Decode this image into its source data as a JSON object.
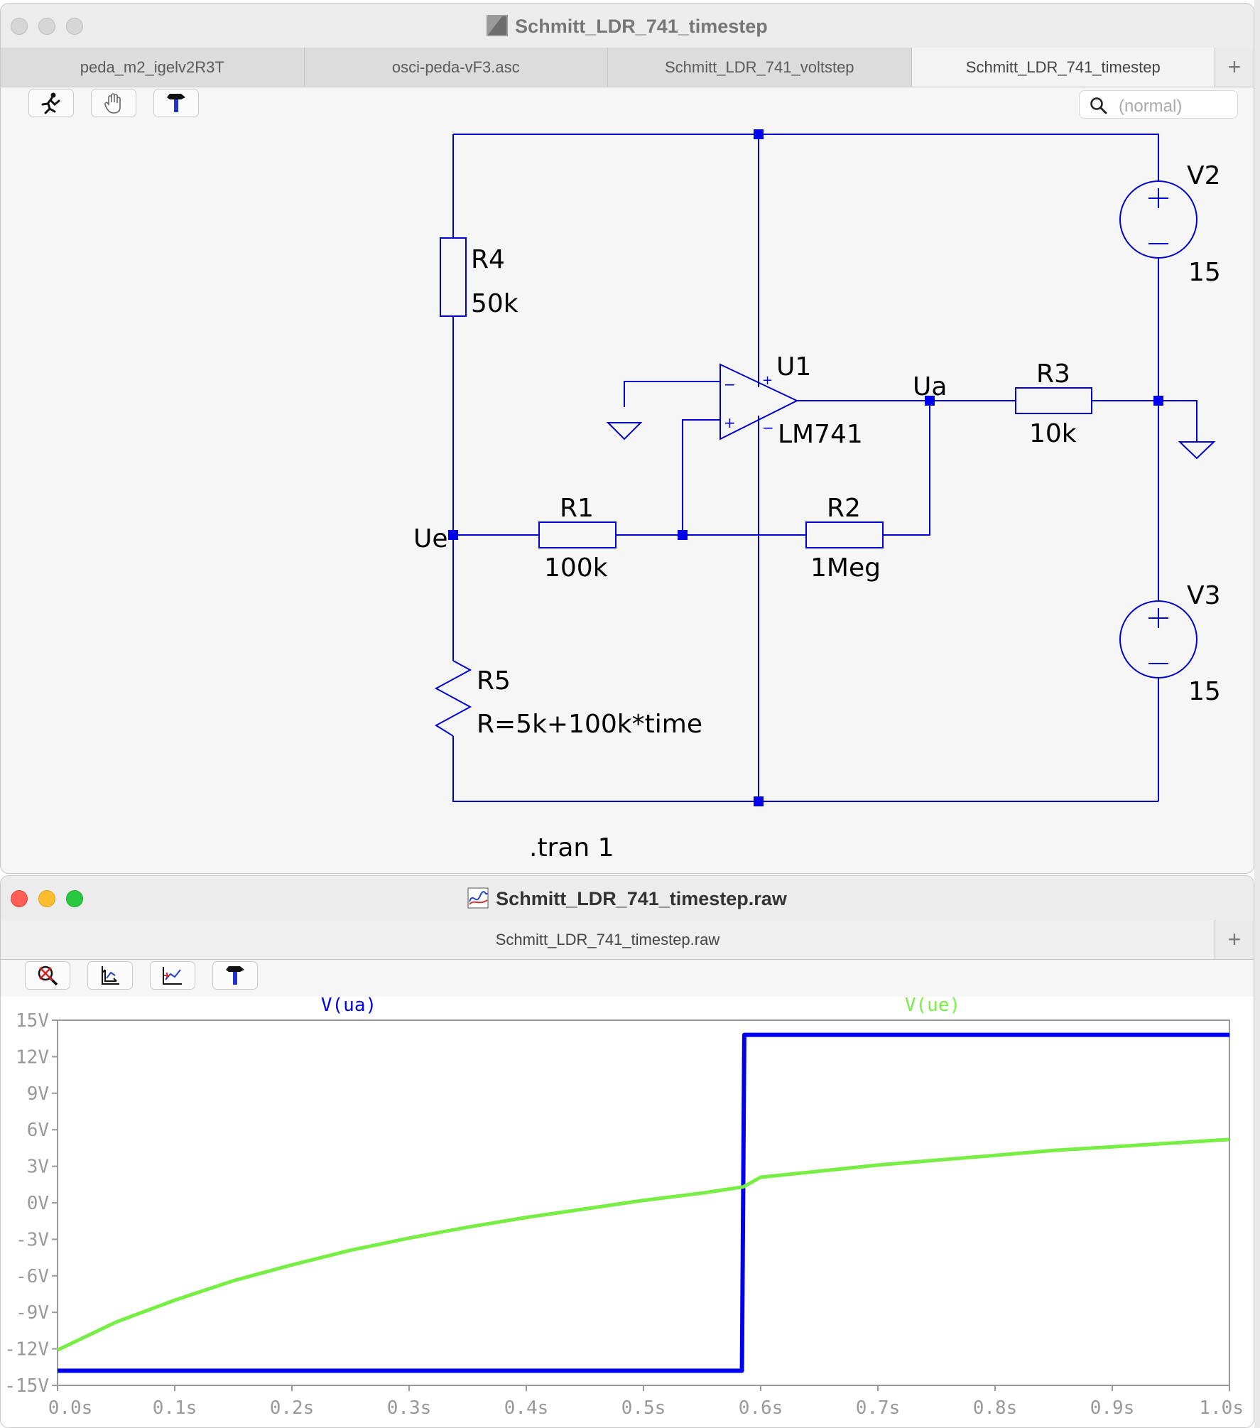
{
  "schematic_window": {
    "title": "Schmitt_LDR_741_timestep",
    "tabs": [
      {
        "label": "peda_m2_igelv2R3T"
      },
      {
        "label": "osci-peda-vF3.asc"
      },
      {
        "label": "Schmitt_LDR_741_voltstep"
      },
      {
        "label": "Schmitt_LDR_741_timestep"
      }
    ],
    "tab_plus": "+",
    "search_placeholder": "(normal)",
    "toolbar": [
      "run-icon",
      "pan-hand-icon",
      "hammer-icon"
    ],
    "components": {
      "r4": {
        "name": "R4",
        "value": "50k"
      },
      "r5": {
        "name": "R5",
        "value": "R=5k+100k*time"
      },
      "r1": {
        "name": "R1",
        "value": "100k"
      },
      "r2": {
        "name": "R2",
        "value": "1Meg"
      },
      "r3": {
        "name": "R3",
        "value": "10k"
      },
      "u1": {
        "name": "U1",
        "value": "LM741"
      },
      "v2": {
        "name": "V2",
        "value": "15"
      },
      "v3": {
        "name": "V3",
        "value": "15"
      }
    },
    "net_labels": {
      "ue": "Ue",
      "ua": "Ua"
    },
    "directive": ".tran 1",
    "colors": {
      "wire": "#0000d2",
      "junction": "#0000ee",
      "text": "#000000"
    }
  },
  "waveform_window": {
    "title": "Schmitt_LDR_741_timestep.raw",
    "tab_label": "Schmitt_LDR_741_timestep.raw",
    "tab_plus": "+",
    "toolbar": [
      "zoom-cancel-icon",
      "autorange-icon",
      "add-trace-icon",
      "hammer-icon"
    ]
  },
  "chart_data": {
    "type": "line",
    "x_ticks": [
      "0.0s",
      "0.1s",
      "0.2s",
      "0.3s",
      "0.4s",
      "0.5s",
      "0.6s",
      "0.7s",
      "0.8s",
      "0.9s",
      "1.0s"
    ],
    "y_ticks": [
      "15V",
      "12V",
      "9V",
      "6V",
      "3V",
      "0V",
      "-3V",
      "-6V",
      "-9V",
      "-12V",
      "-15V"
    ],
    "xlim": [
      0,
      1
    ],
    "ylim": [
      -15,
      15
    ],
    "series": [
      {
        "name": "V(ua)",
        "color": "#0000ee",
        "x": [
          0.0,
          0.584,
          0.586,
          1.0
        ],
        "y": [
          -13.8,
          -13.8,
          13.8,
          13.8
        ]
      },
      {
        "name": "V(ue)",
        "color": "#77ee44",
        "x": [
          0.0,
          0.05,
          0.1,
          0.15,
          0.2,
          0.25,
          0.3,
          0.35,
          0.4,
          0.45,
          0.5,
          0.55,
          0.585,
          0.6,
          0.65,
          0.7,
          0.75,
          0.8,
          0.85,
          0.9,
          0.95,
          1.0
        ],
        "y": [
          -12.1,
          -9.8,
          -8.0,
          -6.4,
          -5.1,
          -3.9,
          -2.9,
          -2.0,
          -1.2,
          -0.5,
          0.2,
          0.8,
          1.3,
          2.1,
          2.6,
          3.1,
          3.5,
          3.9,
          4.3,
          4.6,
          4.9,
          5.2
        ]
      }
    ]
  }
}
